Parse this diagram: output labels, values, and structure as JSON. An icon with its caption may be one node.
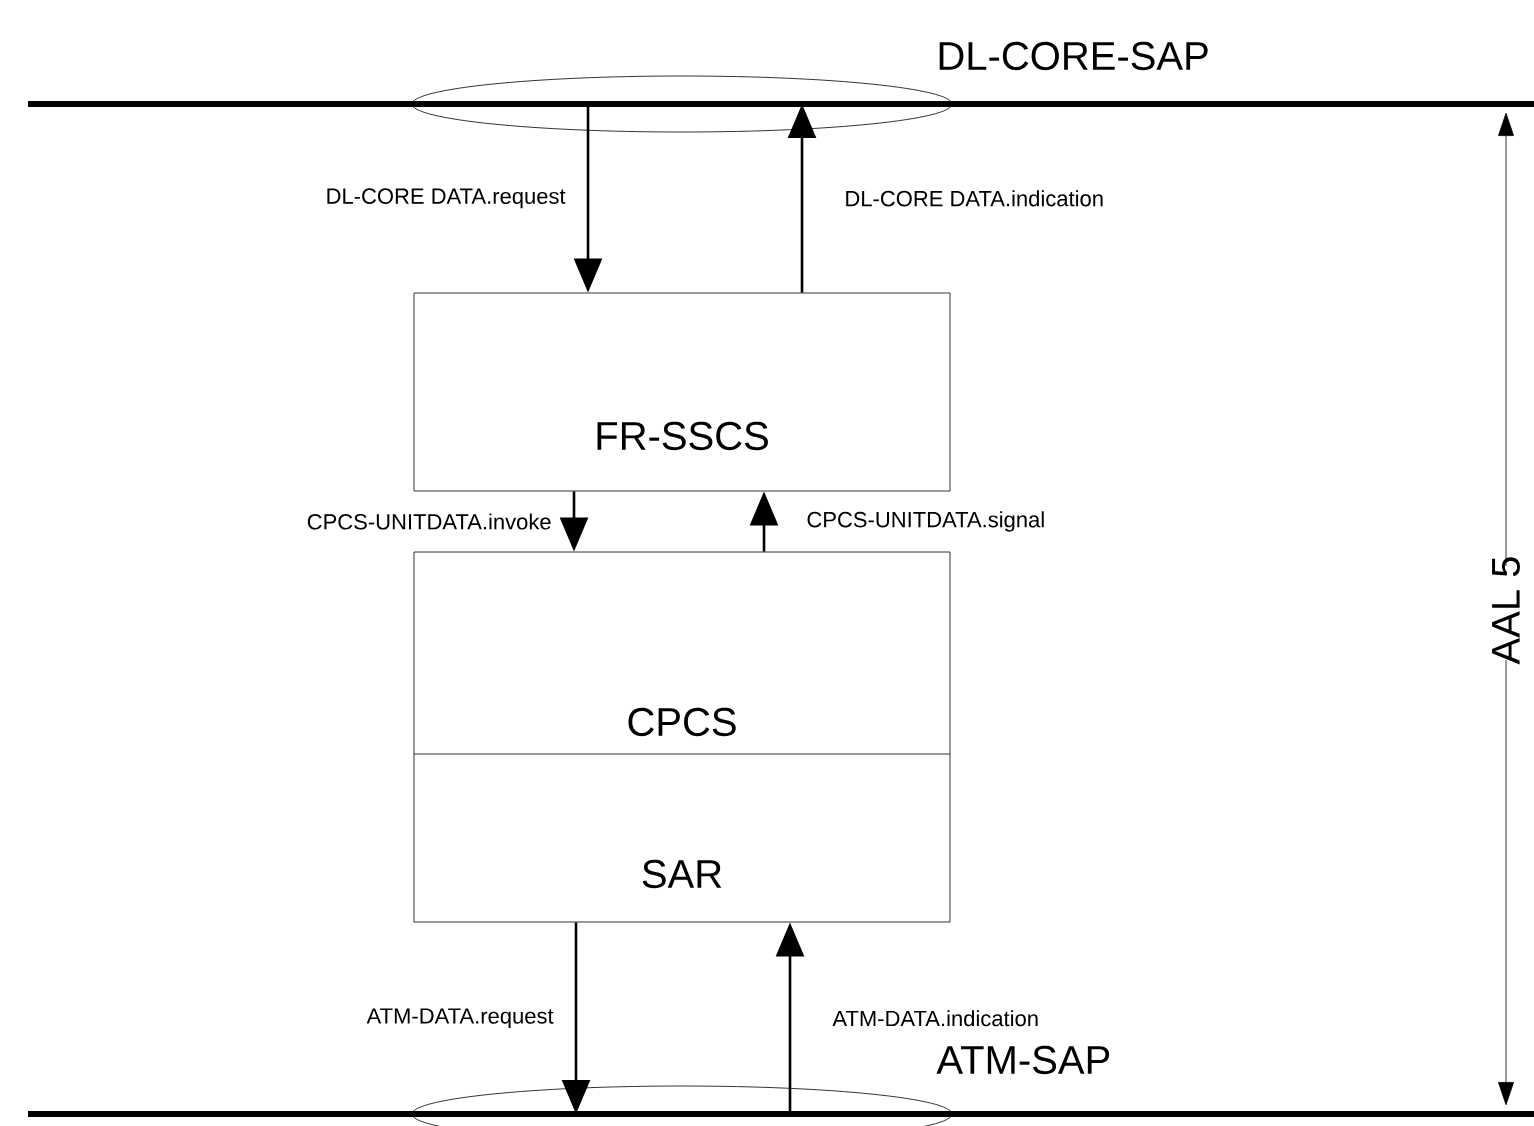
{
  "diagram": {
    "nodes": [
      {
        "text": [],
        "shape": "ellipse",
        "beside": [
          "DL-CORE-SAP"
        ]
      },
      {
        "text": [
          "FR-SSCS"
        ]
      },
      {
        "text": [
          "CPCS",
          "SAR"
        ]
      },
      {
        "text": [],
        "shape": "ellipse",
        "beside": [
          "ATM-SAP"
        ]
      }
    ],
    "edges": [
      {
        "from": 0,
        "to": 1,
        "arrow": "to",
        "label": "DL-CORE DATA.request"
      },
      {
        "from": 1,
        "to": 0,
        "arrow": "to",
        "label": "DL-CORE DATA.indication"
      },
      {
        "from": 1,
        "to": 2,
        "arrow": "to",
        "label": "CPCS-UNITDATA.invoke"
      },
      {
        "from": 2,
        "to": 1,
        "arrow": "to",
        "label": "CPCS-UNITDATA.signal"
      },
      {
        "from": 2,
        "to": 3,
        "arrow": "to",
        "label": "ATM-DATA.request"
      },
      {
        "from": 3,
        "to": 2,
        "arrow": "to",
        "label": "ATM-DATA.indication"
      }
    ],
    "labels": [
      "AAL 5"
    ]
  }
}
